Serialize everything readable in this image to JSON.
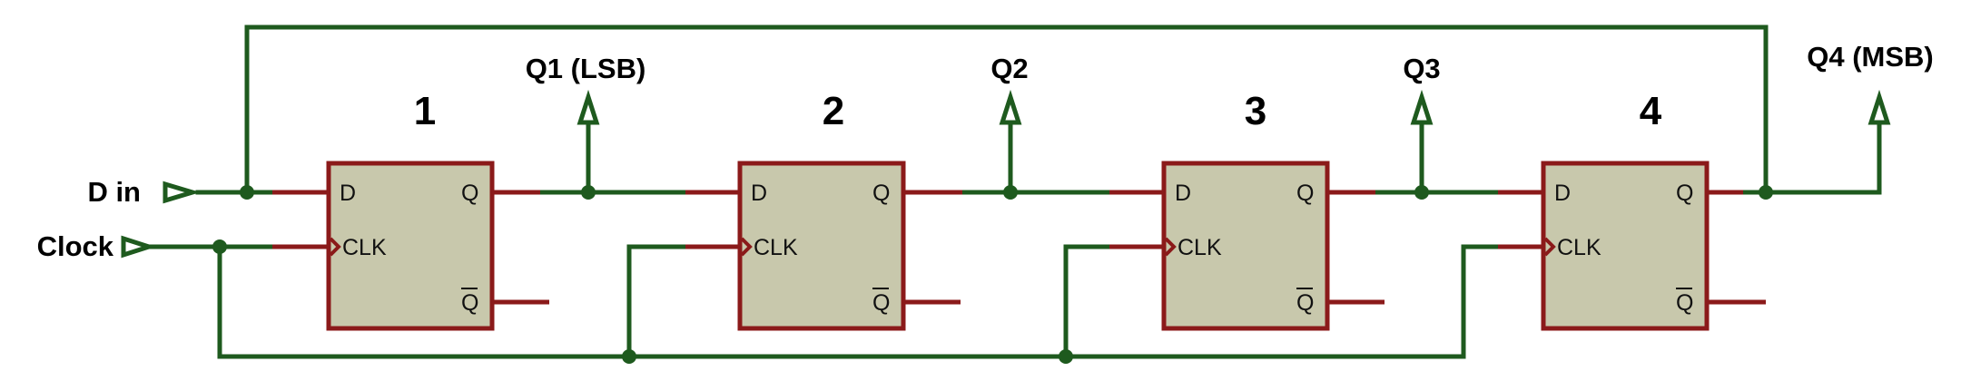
{
  "inputs": {
    "data_label": "D in",
    "clock_label": "Clock"
  },
  "flip_flops": [
    {
      "number": "1",
      "pin_d": "D",
      "pin_q": "Q",
      "pin_clk": "CLK",
      "pin_qbar": "Q"
    },
    {
      "number": "2",
      "pin_d": "D",
      "pin_q": "Q",
      "pin_clk": "CLK",
      "pin_qbar": "Q"
    },
    {
      "number": "3",
      "pin_d": "D",
      "pin_q": "Q",
      "pin_clk": "CLK",
      "pin_qbar": "Q"
    },
    {
      "number": "4",
      "pin_d": "D",
      "pin_q": "Q",
      "pin_clk": "CLK",
      "pin_qbar": "Q"
    }
  ],
  "outputs": [
    {
      "label": "Q1 (LSB)"
    },
    {
      "label": "Q2"
    },
    {
      "label": "Q3"
    },
    {
      "label": "Q4 (MSB)"
    }
  ],
  "colors": {
    "wire": "#1e5a1e",
    "pin": "#8b1a1a",
    "box_fill": "#c8c8ac"
  }
}
